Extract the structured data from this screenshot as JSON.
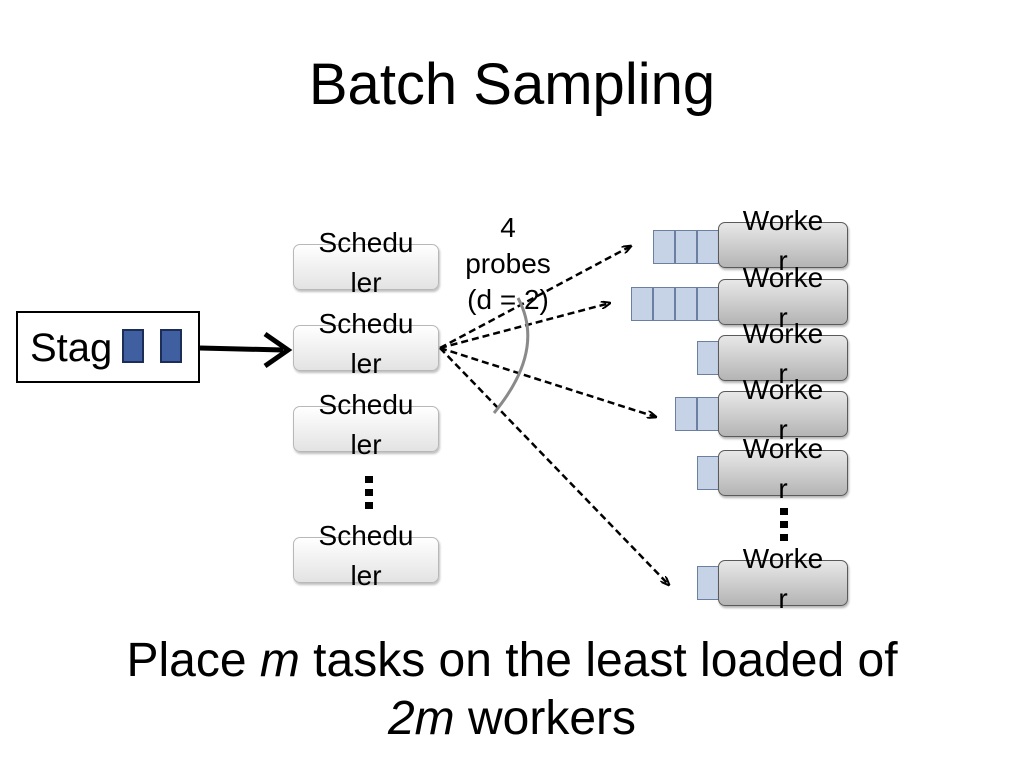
{
  "title": "Batch Sampling",
  "stage": {
    "label": "Stag"
  },
  "probes": {
    "line1": "4",
    "line2": "probes",
    "line3": "(d = 2)"
  },
  "schedulers": [
    "Schedu\nler",
    "Schedu\nler",
    "Schedu\nler",
    "Schedu\nler"
  ],
  "workers": [
    "Worke\nr",
    "Worke\nr",
    "Worke\nr",
    "Worke\nr",
    "Worke\nr",
    "Worke\nr"
  ],
  "caption": {
    "pre": "Place ",
    "m1": "m",
    "mid": " tasks on the least loaded of",
    "m2": "2m",
    "post": " workers"
  },
  "colors": {
    "queue_fill": "#c6d2e6",
    "task_fill": "#3f5fa0"
  }
}
